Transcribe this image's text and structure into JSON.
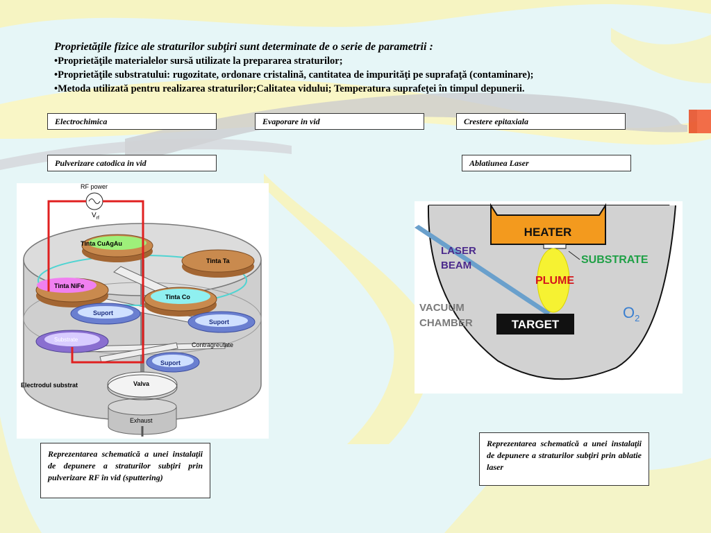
{
  "intro": {
    "lead": "Proprietăţile fizice ale straturilor subţiri sunt determinate de o serie de parametrii :",
    "bullets": [
      "•Proprietăţile materialelor sursă utilizate la prepararea straturilor;",
      "•Proprietăţile substratului: rugozitate, ordonare cristalină, cantitatea de impurităţi pe suprafaţă (contaminare);",
      "•Metoda utilizată pentru realizarea straturilor;Calitatea vidului; Temperatura suprafeţei în timpul depunerii."
    ]
  },
  "methods": {
    "electrochimica": "Electrochimica",
    "evaporare": "Evaporare in vid",
    "epitaxiala": "Crestere epitaxiala",
    "pulverizare": "Pulverizare catodica in vid",
    "ablatiune": "Ablatiunea Laser"
  },
  "sputter": {
    "rf_power": "RF power",
    "v_label": "V",
    "v_sub": "rf",
    "tinta_cuagau": "Tinta CuAgAu",
    "tinta_ta": "Tinta Ta",
    "tinta_nife": "Tinta NiFe",
    "tinta_co": "Tinta Co",
    "suport_1": "Suport",
    "suport_2": "Suport",
    "suport_3": "Suport",
    "substrate": "Substrate",
    "contragreutate": "Contragreutate",
    "electrodul": "Electrodul substrat",
    "valva": "Valva",
    "exhaust": "Exhaust"
  },
  "laser": {
    "heater": "HEATER",
    "substrate": "SUBSTRATE",
    "laser_line1": "LASER",
    "laser_line2": "BEAM",
    "plume": "PLUME",
    "vacuum_line1": "VACUUM",
    "vacuum_line2": "CHAMBER",
    "o2_main": "O",
    "o2_sub": "2",
    "target": "TARGET"
  },
  "captions": {
    "sputter": "Reprezentarea schematică a unei instalaţii de depunere a straturilor subţiri prin pulverizare RF în vid (sputtering)",
    "laser": "Reprezentarea schematică a unei instalaţii de depunere a straturilor subţiri prin ablatie laser"
  },
  "colors": {
    "background": "#e8f6f8",
    "swirl_yellow": "#f9f3a8",
    "swirl_gray": "#c8c8cc",
    "heater_orange": "#f39a1e",
    "plume_yellow": "#f6f232",
    "laser_beam_blue": "#6aa0cc",
    "substrate_green": "#1fa046",
    "plume_red": "#d4161c",
    "rf_wire_red": "#e02020"
  }
}
